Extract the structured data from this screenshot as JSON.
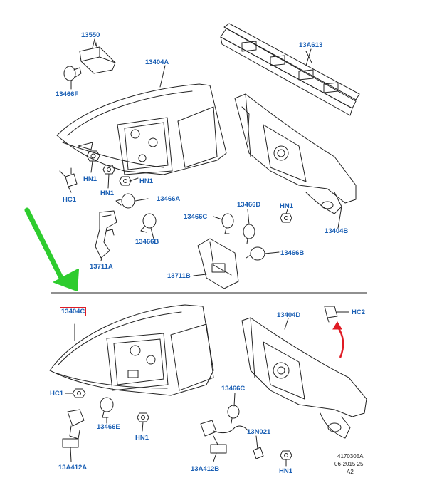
{
  "colors": {
    "label": "#1a5fb4",
    "line": "#222222",
    "highlight": "#e01b24",
    "arrow_green": "#2ecc2e",
    "arrow_red": "#e01b24"
  },
  "labels": {
    "p13550": "13550",
    "p13466F": "13466F",
    "p13404A": "13404A",
    "p13A613": "13A613",
    "hn1_a": "HN1",
    "hn1_b": "HN1",
    "hn1_c": "HN1",
    "hc1_top": "HC1",
    "p13466A": "13466A",
    "p13466D": "13466D",
    "p13466C_top": "13466C",
    "hn1_d": "HN1",
    "p13466B_left": "13466B",
    "p13466B_right": "13466B",
    "p13404B": "13404B",
    "p13711A": "13711A",
    "p13711B": "13711B",
    "p13404C": "13404C",
    "p13404D": "13404D",
    "hc2": "HC2",
    "hc1_bottom": "HC1",
    "p13466E": "13466E",
    "hn1_e": "HN1",
    "p13466C_bottom": "13466C",
    "p13N021": "13N021",
    "p13A412A": "13A412A",
    "p13A412B": "13A412B",
    "hn1_f": "HN1"
  },
  "drawing_code": {
    "line1": "4170305A",
    "line2": "06-2015 25",
    "line3": "A2"
  }
}
